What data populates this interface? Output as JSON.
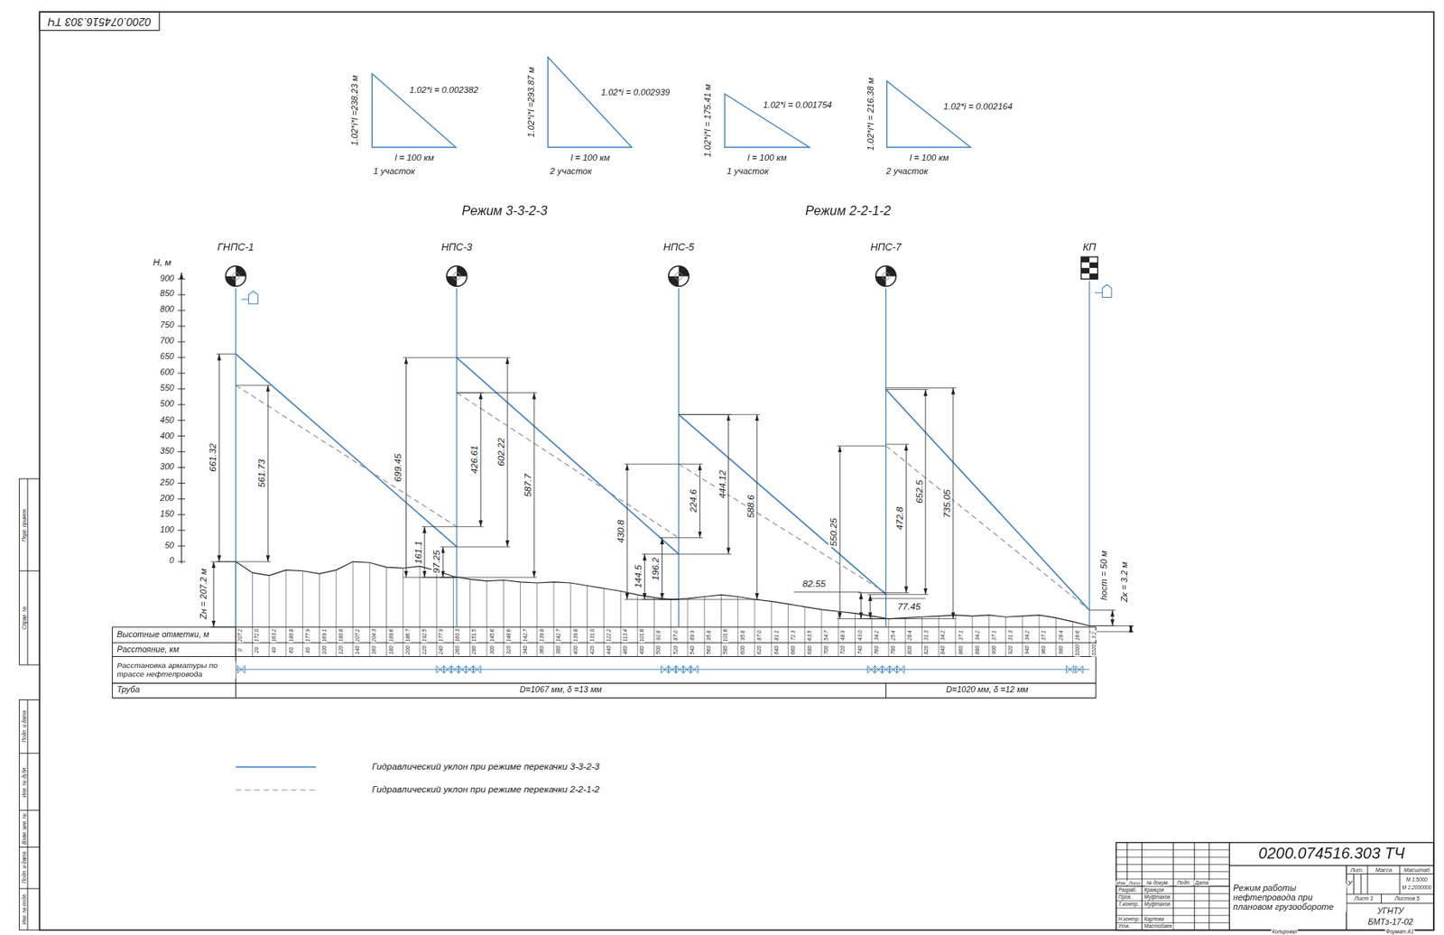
{
  "diagram": {
    "nodes": [
      {
        "text": [
          "ГНПС-1"
        ]
      },
      {
        "text": [
          "НПС-3"
        ]
      },
      {
        "text": [
          "НПС-5"
        ]
      },
      {
        "text": [
          "НПС-7"
        ]
      },
      {
        "text": [
          "КП"
        ]
      }
    ],
    "labels": [
      "0200.074516.303 ТЧ",
      "1.02*i*l =238.23 м",
      "1.02*i = 0.002382",
      "l = 100 км",
      "1 участок",
      "1.02*i*l =293.87 м",
      "1.02*i = 0.002939",
      "l = 100 км",
      "2 участок",
      "1.02*i*l = 175.41 м",
      "1.02*i = 0.001754",
      "l = 100 км",
      "1 участок",
      "1.02*i*l = 216.38 м",
      "1.02*i = 0.002164",
      "l = 100 км",
      "2 участок",
      "Режим 3-3-2-3",
      "Режим 2-2-1-2",
      "H, м",
      "900",
      "850",
      "800",
      "750",
      "700",
      "650",
      "600",
      "550",
      "500",
      "450",
      "400",
      "350",
      "300",
      "250",
      "200",
      "150",
      "100",
      "50",
      "0",
      "661.32",
      "561.73",
      "699.45",
      "161.1",
      "97.25",
      "426.61",
      "602.22",
      "587.7",
      "430.8",
      "144.5",
      "196.2",
      "224.6",
      "444.12",
      "588.6",
      "550.25",
      "82.55",
      "472.8",
      "652.5",
      "735.05",
      "77.45",
      "hост = 50 м",
      "Zк = 3.2 м",
      "Zн = 207.2 м",
      "Высотные отметки, м",
      "Расстояние, км",
      "Расстановка арматуры по трассе нефтепровода",
      "Труба",
      "D=1067 мм, δ =13 мм",
      "D=1020 мм, δ =12 мм",
      "207.2",
      "172.0",
      "163.2",
      "180.8",
      "177.9",
      "169.1",
      "180.8",
      "207.2",
      "204.3",
      "189.6",
      "186.7",
      "192.5",
      "177.9",
      "160.3",
      "151.5",
      "145.6",
      "148.6",
      "142.7",
      "139.8",
      "142.7",
      "139.8",
      "131.0",
      "122.2",
      "113.4",
      "101.6",
      "92.8",
      "87.0",
      "89.9",
      "95.8",
      "101.6",
      "95.8",
      "87.0",
      "81.1",
      "72.3",
      "63.5",
      "54.7",
      "48.9",
      "43.0",
      "34.2",
      "25.4",
      "28.4",
      "31.3",
      "34.2",
      "37.1",
      "34.2",
      "37.1",
      "31.3",
      "34.2",
      "37.1",
      "28.4",
      "16.6",
      "3.2",
      "0",
      "20",
      "40",
      "60",
      "80",
      "100",
      "120",
      "140",
      "160",
      "180",
      "200",
      "220",
      "240",
      "260",
      "280",
      "300",
      "320",
      "340",
      "360",
      "380",
      "400",
      "420",
      "440",
      "460",
      "480",
      "500",
      "520",
      "540",
      "560",
      "580",
      "600",
      "620",
      "640",
      "660",
      "680",
      "700",
      "720",
      "740",
      "760",
      "780",
      "800",
      "820",
      "840",
      "860",
      "880",
      "900",
      "920",
      "940",
      "960",
      "980",
      "1000",
      "1020",
      "0200.074516.303 ТЧ",
      "Режим работы нефтепровода при плановом грузообороте",
      "Изм.",
      "Лист",
      "№ докум.",
      "Подп.",
      "Дата",
      "Разраб.",
      "Кравцов",
      "Пров.",
      "Муфтахов",
      "Т.контр.",
      "Муфтахов",
      "Н.контр.",
      "Карпова",
      "Утв.",
      "Мастобаев",
      "Лит.",
      "Масса",
      "Масштаб",
      "У",
      "М 1:5000",
      "М 1:2000000",
      "Лист 1",
      "Листов 5",
      "УГНТУ",
      "БМТз-17-02",
      "Копировал",
      "Формат A1",
      "Перв. примен.",
      "Справ. №",
      "Подп. и дата",
      "Инв. № дубл.",
      "Взам. инв. №",
      "Подп. и дата",
      "Инв. № подл."
    ],
    "legend": [
      {
        "text": "Гидравлический уклон при режиме перекачки 3-3-2-3"
      },
      {
        "text": "Гидравлический уклон при режиме перекачки 2-2-1-2"
      }
    ]
  }
}
